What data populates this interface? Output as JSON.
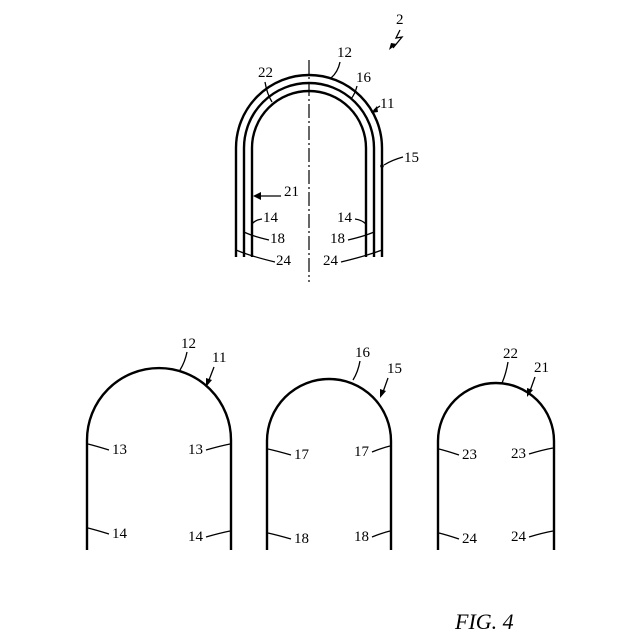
{
  "figure": {
    "caption": "FIG. 4",
    "assembly_ref": "2"
  },
  "top_assembly": {
    "labels": {
      "l12": "12",
      "l22": "22",
      "l16": "16",
      "l11": "11",
      "l15": "15",
      "l21": "21",
      "l14_left": "14",
      "l18_left": "18",
      "l24_left": "24",
      "l14_right": "14",
      "l18_right": "18",
      "l24_right": "24"
    }
  },
  "bottom_parts": [
    {
      "outline_ref": "11",
      "top_ref": "12",
      "upper_left": "13",
      "upper_right": "13",
      "lower_left": "14",
      "lower_right": "14"
    },
    {
      "outline_ref": "15",
      "top_ref": "16",
      "upper_left": "17",
      "upper_right": "17",
      "lower_left": "18",
      "lower_right": "18"
    },
    {
      "outline_ref": "21",
      "top_ref": "22",
      "upper_left": "23",
      "upper_right": "23",
      "lower_left": "24",
      "lower_right": "24"
    }
  ]
}
